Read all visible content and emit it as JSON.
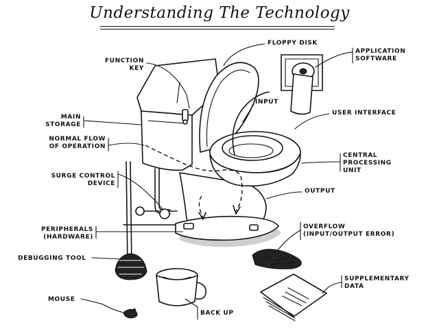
{
  "title": "Understanding The Technology",
  "labels": {
    "function_key": [
      "FUNCTION",
      "KEY"
    ],
    "floppy_disk": "FLOPPY DISK",
    "application_software": [
      "APPLICATION",
      "SOFTWARE"
    ],
    "main_storage": [
      "MAIN",
      "STORAGE"
    ],
    "input": "INPUT",
    "user_interface": "USER INTERFACE",
    "normal_flow": [
      "NORMAL FLOW",
      "OF OPERATION"
    ],
    "cpu": [
      "CENTRAL",
      "PROCESSING",
      "UNIT"
    ],
    "surge_control": [
      "SURGE CONTROL",
      "DEVICE"
    ],
    "output": "OUTPUT",
    "peripherals": [
      "PERIPHERALS",
      "(HARDWARE)"
    ],
    "overflow": [
      "OVERFLOW",
      "(INPUT/OUTPUT ERROR)"
    ],
    "debugging_tool": "DEBUGGING TOOL",
    "supplementary_data": [
      "SUPPLEMENTARY",
      "DATA"
    ],
    "mouse": "MOUSE",
    "back_up": "BACK UP"
  }
}
